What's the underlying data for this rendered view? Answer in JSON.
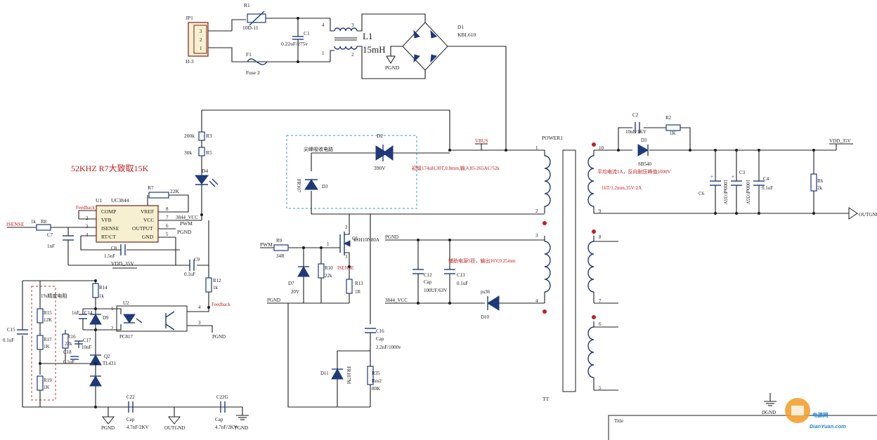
{
  "connector": {
    "ref": "JP1",
    "pins": [
      "3",
      "2",
      "1"
    ],
    "footprint": "H-3"
  },
  "thermistor": {
    "ref": "R1",
    "value": "10D-11"
  },
  "fuse": {
    "ref": "F1",
    "value": "Fuse 2"
  },
  "x_cap": {
    "ref": "C1",
    "value": "0.22uF/275v"
  },
  "choke": {
    "ref": "L1",
    "value": "15mH",
    "pins": [
      "4",
      "3",
      "1",
      "2"
    ]
  },
  "bridge": {
    "ref": "D1",
    "value": "KBL610"
  },
  "grounds": {
    "pgnd": "PGND",
    "outgnd": "OUTGND",
    "dgnd": "DGND"
  },
  "r3": {
    "ref": "R3",
    "value": "200k"
  },
  "r5": {
    "ref": "R5",
    "value": "30k"
  },
  "d4": {
    "ref": "D4"
  },
  "freq_note": "52KHZ  R7大致取15K",
  "r7": {
    "ref": "R7",
    "value": "22K"
  },
  "uc3844": {
    "ref": "U1",
    "part": "UC3844",
    "left_pins": [
      {
        "num": "2",
        "name": "VFB"
      },
      {
        "num": "3",
        "name": "ISENSE"
      },
      {
        "num": "4",
        "name": "RT/CT"
      }
    ],
    "top_left_pin": {
      "num": "1",
      "name": "COMP"
    },
    "right_pins": [
      {
        "num": "8",
        "name": "VREF"
      },
      {
        "num": "7",
        "name": "VCC"
      },
      {
        "num": "6",
        "name": "OUTPUT"
      },
      {
        "num": "5",
        "name": "GND"
      }
    ],
    "net_feedback": "Feedback",
    "net_vcc": "3844_VCC",
    "net_pwm": "PWM",
    "net_pgnd": "PGND"
  },
  "isense_net": "ISENSE",
  "r8": {
    "ref": "R8",
    "value": "1k"
  },
  "c7": {
    "ref": "C7",
    "value": "1nF"
  },
  "c8": {
    "ref": "C8",
    "value": "1.5nF"
  },
  "c9": {
    "ref": "C9",
    "value": "0.1uF"
  },
  "vdd_net": "VDD_35V",
  "r12": {
    "ref": "R12",
    "value": "1k"
  },
  "feedback_net": "Feedback",
  "snubber_title": "尖峰吸收电路",
  "d2": {
    "ref": "D2",
    "value": "390V"
  },
  "d3_left": {
    "ref": "D3",
    "value": "FR107"
  },
  "vbus_net": "VBUS",
  "primary_note": "初级174uH,30T,0.8mm,输入85-265AC/52k",
  "transformer": {
    "ref": "POWER1",
    "label": "TT",
    "pins": [
      "1",
      "2",
      "3",
      "4",
      "10",
      "9",
      "8",
      "7",
      "6",
      "5"
    ]
  },
  "mosfet": {
    "ref": "Q1",
    "value": "SSH10N80A",
    "pins": [
      "1",
      "2",
      "3"
    ]
  },
  "pwm_in": "PWM",
  "r9": {
    "ref": "R9",
    "value": "34R"
  },
  "d7": {
    "ref": "D7",
    "value": "20V"
  },
  "r10": {
    "ref": "R10",
    "value": "22k"
  },
  "r13": {
    "ref": "R13",
    "value": "1R"
  },
  "isense_label": "ISENSE",
  "aux_note": "辅助电源5匝，输出16V,0.25mm",
  "pgnd_label": "PGND",
  "c12": {
    "ref": "C12",
    "type": "Cap",
    "value": "100UF/63V"
  },
  "c13": {
    "ref": "C13",
    "value": "0.1uF"
  },
  "vcc_label": "3844_VCC",
  "d10": {
    "ref": "D10",
    "value": "ps36"
  },
  "c16": {
    "ref": "C16",
    "type": "Cap",
    "value": "2.2nF/1000v"
  },
  "d11": {
    "ref": "D11",
    "value": "FR107M"
  },
  "r35": {
    "ref": "R35",
    "type": "Res2",
    "value": "80K"
  },
  "c2": {
    "ref": "C2",
    "value": "10nF/1KV"
  },
  "r2": {
    "ref": "R2",
    "value": "1K"
  },
  "d3": {
    "ref": "D3",
    "value": "SB540"
  },
  "secondary_note1": "平均电流1A，反向耐压峰值1000V",
  "secondary_note2": "16T/1.2mm,35V/2A",
  "c6": {
    "ref": "C6",
    "value": "1000uF/35V"
  },
  "c3": {
    "ref": "C3",
    "value": "1000uF/35V"
  },
  "c4": {
    "ref": "C4",
    "value": "0.1uF"
  },
  "r6": {
    "ref": "R6",
    "value": "2k"
  },
  "vdd_out": "VDD_35V",
  "out_port": "OUTGND",
  "precision_note": "1%精度电阻",
  "r14": {
    "ref": "R14",
    "value": "1k"
  },
  "r15": {
    "ref": "R15",
    "value": "12K"
  },
  "r17": {
    "ref": "R17",
    "value": "1K"
  },
  "r19": {
    "ref": "R19",
    "value": "1K"
  },
  "c14": {
    "ref": "C14",
    "value": "1nF"
  },
  "d9": {
    "ref": "D9"
  },
  "u2": {
    "ref": "U2",
    "value": "PC817",
    "pins": [
      "1",
      "2",
      "4",
      "3"
    ]
  },
  "pgnd_u2": "PGND",
  "c15": {
    "ref": "C15",
    "value": "0.1uF"
  },
  "r16": {
    "ref": "R16",
    "value": "22k"
  },
  "c17": {
    "ref": "C17",
    "value": "10nF"
  },
  "c18": {
    "ref": "C18",
    "value": "0.1uF"
  },
  "q2": {
    "ref": "Q2",
    "value": "TL431"
  },
  "c22": {
    "ref": "C22",
    "type": "Cap",
    "value": "4.7nF/2KV"
  },
  "c22g": {
    "ref": "C22G",
    "type": "Cap",
    "value": "4.7nF/2KV"
  },
  "gnd_labels": [
    "PGND",
    "OUTGND",
    "PGND"
  ],
  "title_block": "Title",
  "watermark": {
    "brand": "电源网",
    "url": "DianYuan.com"
  }
}
